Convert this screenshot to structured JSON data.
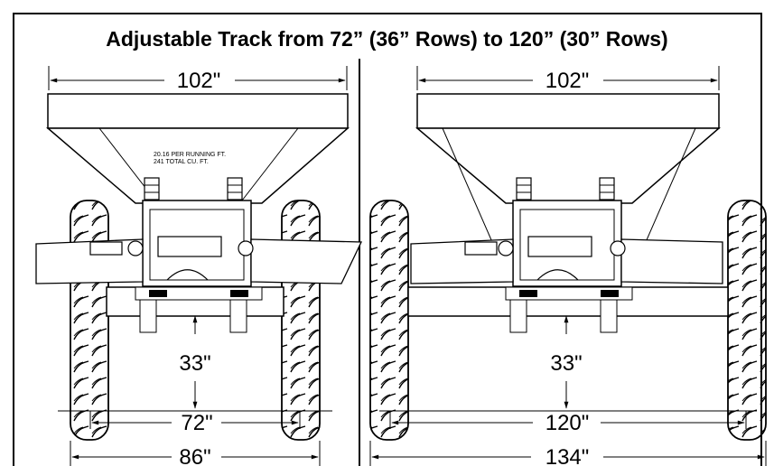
{
  "title": "Adjustable Track from 72” (36” Rows) to 120” (30” Rows)",
  "colors": {
    "line": "#000000",
    "background": "#ffffff"
  },
  "left": {
    "hopper_width": "102\"",
    "clearance": "33\"",
    "track": "72\"",
    "overall": "86\"",
    "note_line1": "20.16 PER RUNNING FT.",
    "note_line2": "241 TOTAL CU. FT."
  },
  "right": {
    "hopper_width": "102\"",
    "clearance": "33\"",
    "track": "120\"",
    "overall": "134\""
  }
}
